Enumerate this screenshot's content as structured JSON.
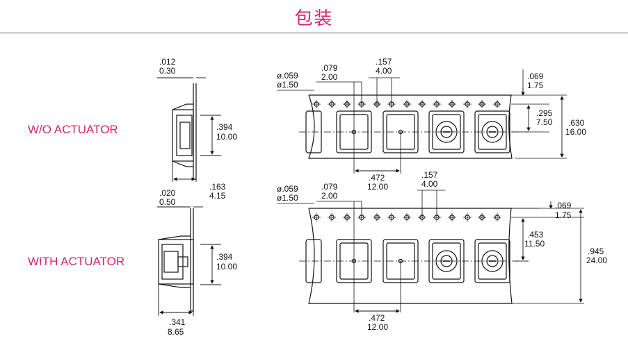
{
  "title": "包装",
  "colors": {
    "title": "#d6246e",
    "label": "#d6246e",
    "line": "#111111"
  },
  "side_views": {
    "without": {
      "label": "W/O ACTUATOR",
      "thickness_in": ".012",
      "thickness_mm": "0.30",
      "height_in": ".394",
      "height_mm": "10.00",
      "depth_in": ".163",
      "depth_mm": "4.15"
    },
    "with": {
      "label": "WITH ACTUATOR",
      "thickness_in": ".020",
      "thickness_mm": "0.50",
      "height_in": ".394",
      "height_mm": "10.00",
      "depth_in": ".341",
      "depth_mm": "8.65"
    }
  },
  "tape_16mm": {
    "hole_dia_in": "ø.059",
    "hole_dia_mm": "ø1.50",
    "hole_offset_in": ".079",
    "hole_offset_mm": "2.00",
    "hole_pitch_in": ".157",
    "hole_pitch_mm": "4.00",
    "edge_in": ".069",
    "edge_mm": "1.75",
    "center_in": ".295",
    "center_mm": "7.50",
    "width_in": ".630",
    "width_mm": "16.00",
    "pocket_pitch_in": ".472",
    "pocket_pitch_mm": "12.00"
  },
  "tape_24mm": {
    "hole_dia_in": "ø.059",
    "hole_dia_mm": "ø1.50",
    "hole_offset_in": ".079",
    "hole_offset_mm": "2.00",
    "hole_pitch_in": ".157",
    "hole_pitch_mm": "4.00",
    "edge_in": ".069",
    "edge_mm": "1.75",
    "center_in": ".453",
    "center_mm": "11.50",
    "width_in": ".945",
    "width_mm": "24.00",
    "pocket_pitch_in": ".472",
    "pocket_pitch_mm": "12.00"
  }
}
